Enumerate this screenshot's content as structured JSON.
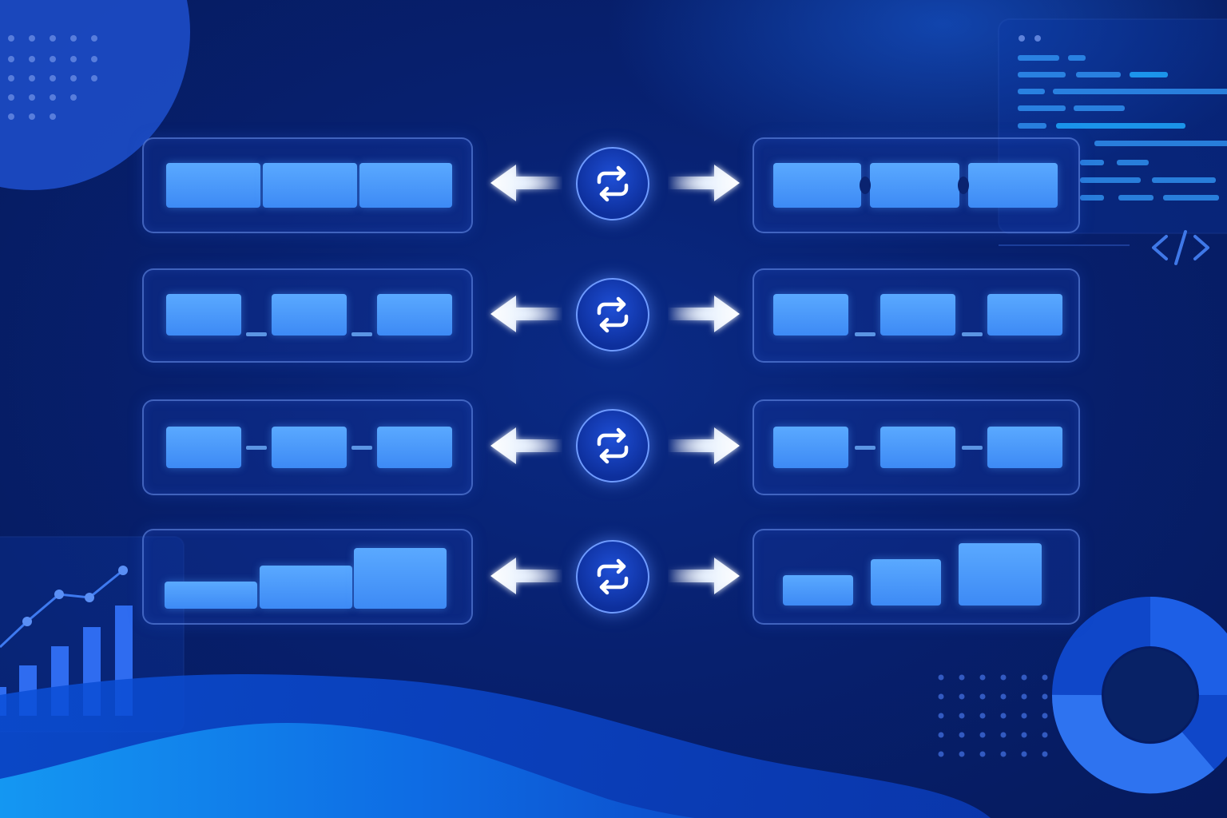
{
  "rows": [
    {
      "left_layout": "adjacent",
      "right_layout": "notched"
    },
    {
      "left_layout": "bottom-gaps",
      "right_layout": "bottom-gaps"
    },
    {
      "left_layout": "mid-links",
      "right_layout": "mid-links"
    },
    {
      "left_layout": "ascending",
      "right_layout": "ascending-spaced"
    }
  ],
  "icons": {
    "swap": "swap-arrows-icon",
    "left": "arrow-left-icon",
    "right": "arrow-right-icon",
    "code": "code-brackets-icon"
  },
  "colors": {
    "background": "#07206f",
    "block": "#4a9cff",
    "panel_border": "#6e96f0",
    "accent": "#2f6cf0"
  }
}
